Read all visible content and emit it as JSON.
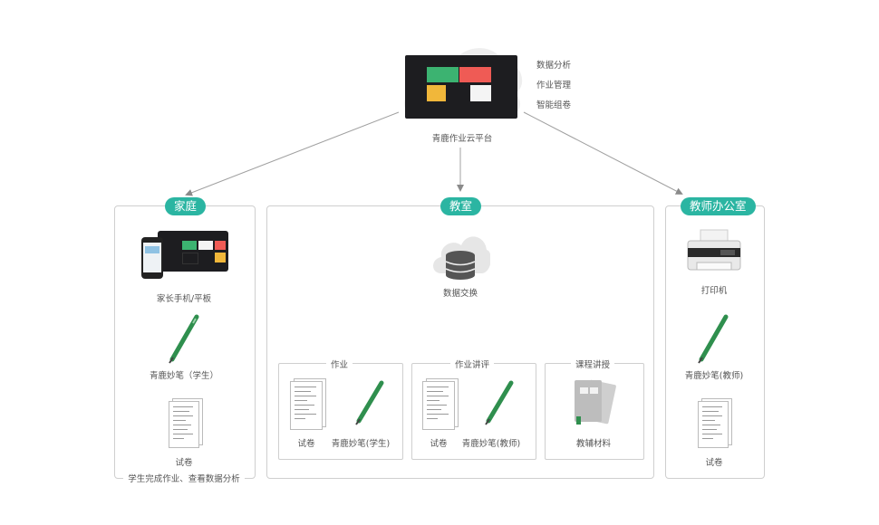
{
  "cloud": {
    "platform_label": "青鹿作业云平台",
    "features": [
      "数据分析",
      "作业管理",
      "智能组卷"
    ]
  },
  "home": {
    "title": "家庭",
    "device_label": "家长手机/平板",
    "pen_label": "青鹿妙笔（学生）",
    "paper_label": "试卷",
    "footer": "学生完成作业、查看数据分析"
  },
  "classroom": {
    "title": "教室",
    "exchange_label": "数据交换",
    "sections": [
      {
        "title": "作业",
        "items": [
          "试卷",
          "青鹿妙笔(学生)"
        ]
      },
      {
        "title": "作业讲评",
        "items": [
          "试卷",
          "青鹿妙笔(教师)"
        ]
      },
      {
        "title": "课程讲授",
        "items": [
          "教辅材料"
        ]
      }
    ]
  },
  "office": {
    "title": "教师办公室",
    "printer_label": "打印机",
    "pen_label": "青鹿妙笔(教师)",
    "paper_label": "试卷"
  },
  "colors": {
    "accent": "#2bb5a2",
    "pen": "#2f8f4e",
    "tile_green": "#3cb371",
    "tile_red": "#ef5b55",
    "tile_yellow": "#f1b73a",
    "connector": "#9a9a9a"
  }
}
